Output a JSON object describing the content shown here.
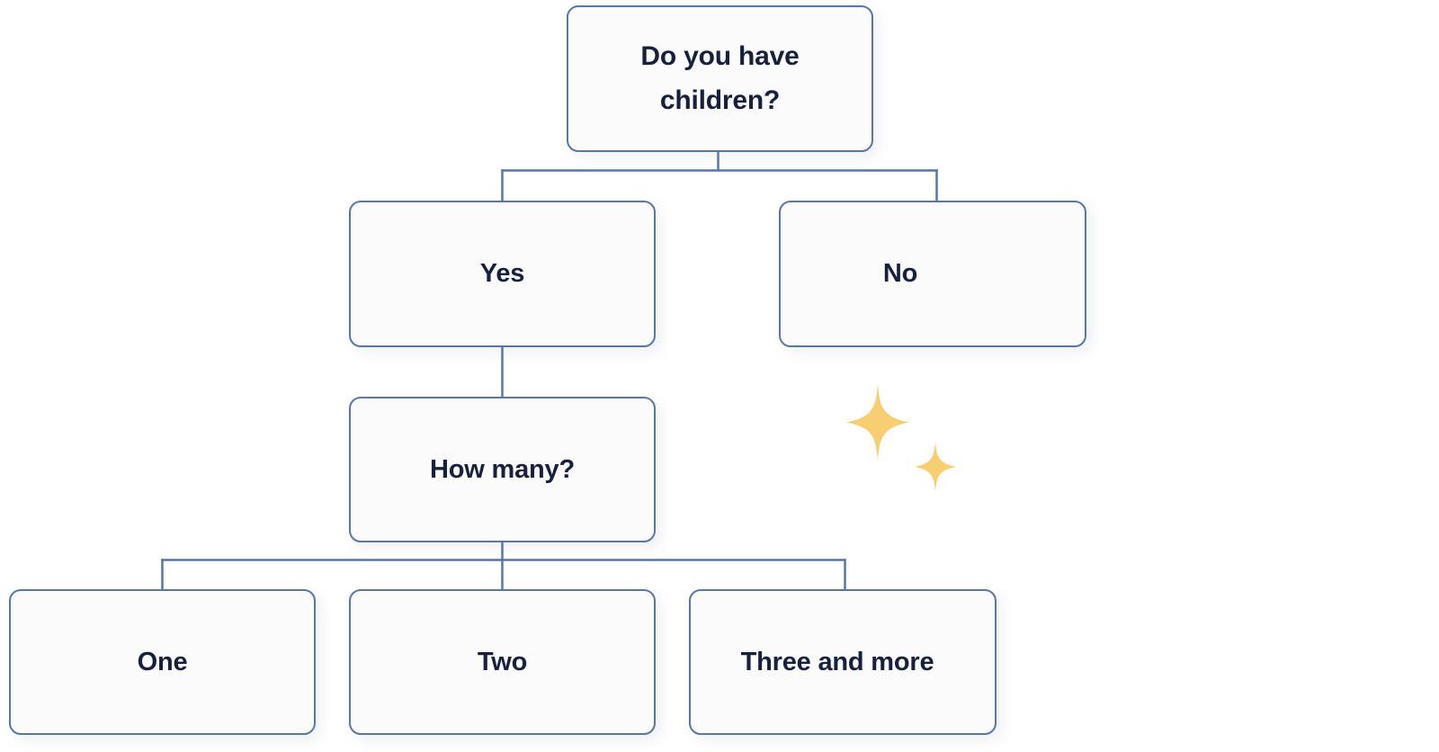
{
  "diagram": {
    "title": "Do you have children? decision tree",
    "theme": {
      "page_background": "#ffffff",
      "node_fill": "#fbfbfc",
      "node_border": "#5a76a4",
      "edge_color": "#5a76a4",
      "text_color": "#17203d",
      "sparkle_color": "#f8ce72"
    },
    "nodes": [
      {
        "id": "root",
        "label": "Do you have\nchildren?"
      },
      {
        "id": "yes",
        "label": "Yes"
      },
      {
        "id": "no",
        "label": "No"
      },
      {
        "id": "howmany",
        "label": "How many?"
      },
      {
        "id": "one",
        "label": "One"
      },
      {
        "id": "two",
        "label": "Two"
      },
      {
        "id": "three",
        "label": "Three and more"
      }
    ],
    "edges": [
      {
        "from": "root",
        "to": "yes"
      },
      {
        "from": "root",
        "to": "no"
      },
      {
        "from": "yes",
        "to": "howmany"
      },
      {
        "from": "howmany",
        "to": "one"
      },
      {
        "from": "howmany",
        "to": "two"
      },
      {
        "from": "howmany",
        "to": "three"
      }
    ],
    "decorations": [
      {
        "id": "sparkle-large",
        "name": "sparkle-icon"
      },
      {
        "id": "sparkle-small",
        "name": "sparkle-icon"
      }
    ]
  }
}
